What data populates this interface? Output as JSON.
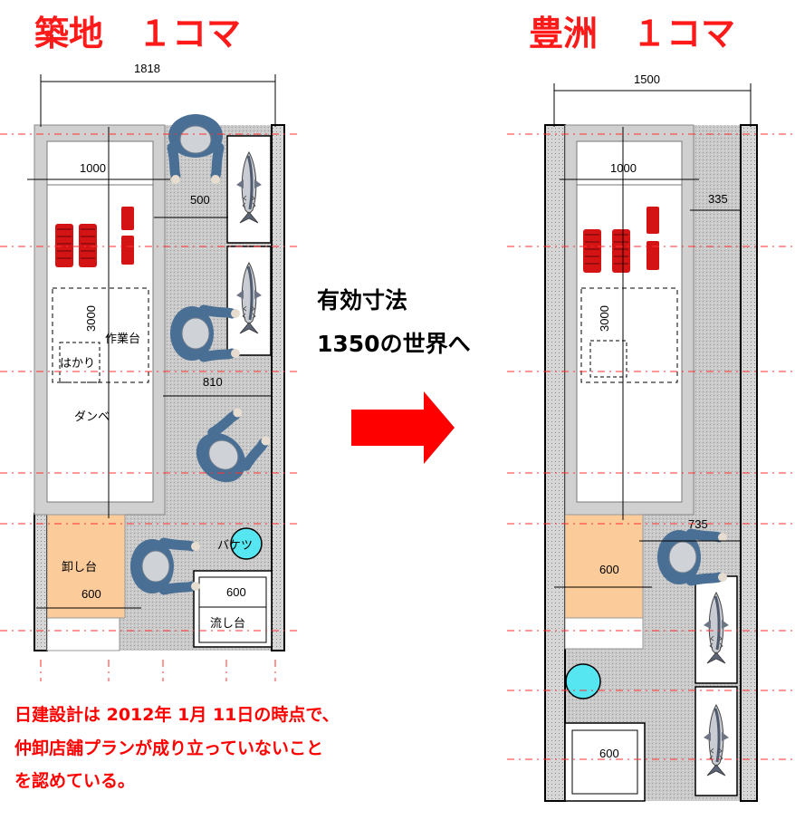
{
  "left_plan": {
    "title": "築地　１コマ",
    "width_dim": "1818",
    "table_width": "1000",
    "aisle_dim": "500",
    "table_length": "3000",
    "worktable_label": "作業台",
    "scale_label": "はかり",
    "box_label": "ダンベ",
    "aisle_dim2": "810",
    "bucket_label": "バケツ",
    "unload_label": "卸し台",
    "unload_dim": "600",
    "sink_dim": "600",
    "sink_label": "流し台"
  },
  "right_plan": {
    "title": "豊洲　１コマ",
    "width_dim": "1500",
    "table_width": "1000",
    "aisle_dim": "335",
    "table_length": "3000",
    "aisle_dim2": "735",
    "unload_dim": "600",
    "sink_dim": "600"
  },
  "center": {
    "line1": "有効寸法",
    "line2": "1350の世界へ"
  },
  "note": {
    "line1": "日建設計は 2012年 1月 11日の時点で、",
    "line2": "仲卸店舗プランが成り立っていないこと",
    "line3": "を認めている。"
  },
  "colors": {
    "title_red": "#ff1a1a",
    "arrow_red": "#ff0000",
    "floor_gray": "#c8c8c8",
    "wall_gray": "#d0d0d0",
    "person_blue": "#4a6f95",
    "unload_orange": "#fbcb9a",
    "bucket_cyan": "#55e6f2",
    "tuna_red": "#d81616"
  }
}
